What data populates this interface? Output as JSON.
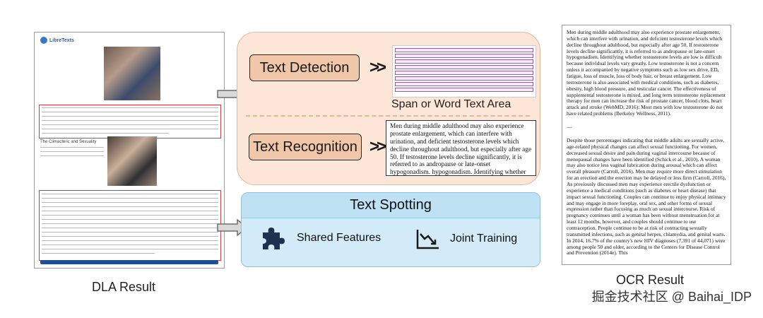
{
  "dla": {
    "logo_text": "LibreTexts",
    "section_heading": "The Climacteric and Sexuality",
    "label": "DLA Result"
  },
  "top_panel": {
    "detection_label": "Text Detection",
    "area_caption": "Span or Word Text Area",
    "recognition_label": "Text Recognition",
    "recognition_text": "Men during middle adulthood may also experience prostate enlargement, which can interfere with urination, and deficient testosterone levels which decline throughout adulthood, but especially after age 50. If testosterone levels decline significantly, it is referred to as andropause or late-onset hypogonadism. hypogonadism. Identifying whether testosterone levels are low is difficult because..."
  },
  "bottom_panel": {
    "title": "Text Spotting",
    "feature_1": "Shared Features",
    "feature_2": "Joint Training"
  },
  "ocr": {
    "para_1": "Men during middle adulthood may also experience prostate enlargement, which can interfere with urination, and deficient testosterone levels which decline throughout adulthood, but especially after age 50. If testosterone levels decline significantly, it is referred to as andropause or late-onset hypogonadism. Identifying whether testosterone levels are low is difficult because individual levels vary greatly. Low testosterone is not a concern unless it accompanied by negative symptoms such as low sex drive, ED, fatigue, loss of muscle, loss of body hair, or breast enlargement. Low testosterone is also associated with medical conditions, such as diabetes, obesity, high blood pressure, and testicular cancer. The effectiveness of supplemental testosterone is mixed, and long term testosterone replacement therapy for men can increase the risk of prostate cancer, blood clots, heart attack and stroke (WebMD, 2016): Most men with low testosterone do not have related problems (Berkeley Wellness, 2011).",
    "separator": "—",
    "para_2": "Despite those percentages indicating that middle adults are sexually active, age-related physical changes can affect sexual functioning. For women, decreased sexual desire and pain during vaginal intercourse because of menopausal changes have been identified (Schick et al., 2010). A woman may also notice less vaginal lubrication during arousal which can affect overall pleasure (Carroll, 2016). Men may require more direct stimulation for an erection and the erection may be delayed or less firm (Carroll, 2016). As previously discussed men may experience erectile dysfunction or experience a medical conditions (such as diabetes or heart disease) that impact sexual functioning. Couples can continue to enjoy physical intimacy and may engage in more foreplay, oral sex, and other forms of sexual expression rather than focusing as much on sexual intercourse. Risk of pregnancy continues until a woman has been without menstruation for at least 12 months, however, and couples should continue to use contraception. People continue to be at risk of contracting sexually transmitted infections, such as genital herpes, chlamydia, and genital warts. In 2014, 16.7% of the country's new HIV diagnoses (7,391 of 44,071) were among people 50 and older, according to the Centers for Disease Control and Prevention (2014e). This",
    "label": "OCR Result"
  },
  "watermark": "掘金技术社区 @ Baihai_IDP",
  "colors": {
    "detection_panel": "#fbe6d8",
    "stage_button": "#f1c7a9",
    "spotting_panel": "#d3ebf8",
    "detection_box": "#d83a3a",
    "word_box": "#9b59b6"
  }
}
